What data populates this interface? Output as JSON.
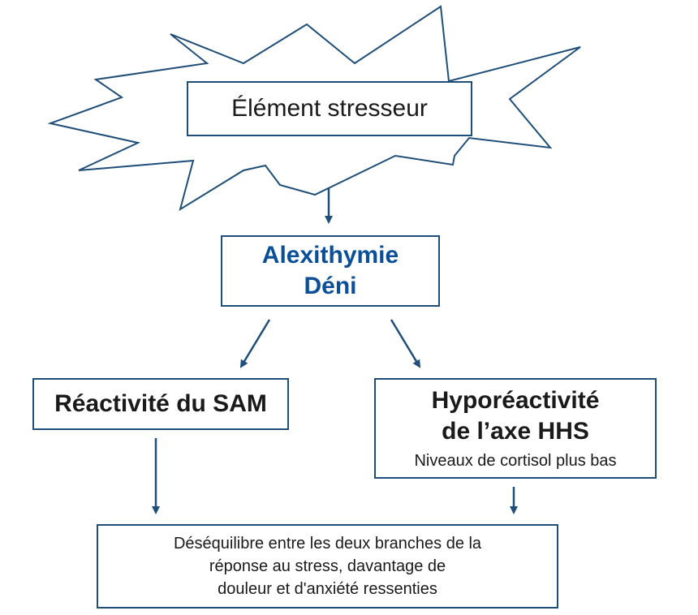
{
  "colors": {
    "stroke": "#1f4e79",
    "accent_text": "#0a4f98",
    "text": "#1a1a1a"
  },
  "stressor": {
    "label": "Élément stresseur"
  },
  "mediator": {
    "line1": "Alexithymie",
    "line2": "Déni"
  },
  "left": {
    "label": "Réactivité du SAM"
  },
  "right": {
    "line1": "Hyporéactivité",
    "line2": "de l’axe HHS",
    "note": "Niveaux de cortisol plus bas"
  },
  "outcome": {
    "line1": "Déséquilibre entre les deux branches de la",
    "line2": "réponse au stress, davantage de",
    "line3": "douleur et d'anxiété ressenties"
  }
}
